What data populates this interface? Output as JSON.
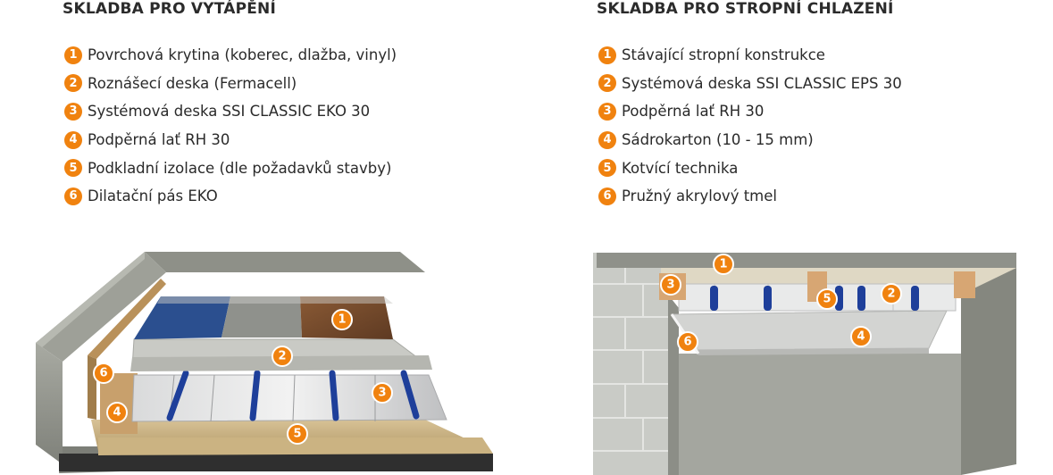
{
  "left": {
    "title": "SKLADBA PRO VYTÁPĚNÍ",
    "items": [
      {
        "num": "1",
        "label": "Povrchová krytina (koberec, dlažba, vinyl)"
      },
      {
        "num": "2",
        "label": "Roznášecí deska (Fermacell)"
      },
      {
        "num": "3",
        "label": "Systémová deska SSI CLASSIC EKO 30"
      },
      {
        "num": "4",
        "label": "Podpěrná lať RH 30"
      },
      {
        "num": "5",
        "label": "Podkladní izolace (dle požadavků stavby)"
      },
      {
        "num": "6",
        "label": "Dilatační pás EKO"
      }
    ],
    "badges": [
      "1",
      "2",
      "3",
      "4",
      "5",
      "6"
    ]
  },
  "right": {
    "title": "SKLADBA PRO STROPNÍ CHLAZENÍ",
    "items": [
      {
        "num": "1",
        "label": "Stávající stropní konstrukce"
      },
      {
        "num": "2",
        "label": "Systémová deska SSI CLASSIC EPS 30"
      },
      {
        "num": "3",
        "label": "Podpěrná lať RH 30"
      },
      {
        "num": "4",
        "label": "Sádrokarton (10 - 15 mm)"
      },
      {
        "num": "5",
        "label": "Kotvící technika"
      },
      {
        "num": "6",
        "label": "Pružný akrylový tmel"
      }
    ],
    "badges": [
      "1",
      "2",
      "3",
      "4",
      "5",
      "6"
    ]
  },
  "colors": {
    "accent": "#f0820f",
    "pipe": "#1e3f9a",
    "concrete": "#9a9c94",
    "wood": "#c9a26b"
  }
}
